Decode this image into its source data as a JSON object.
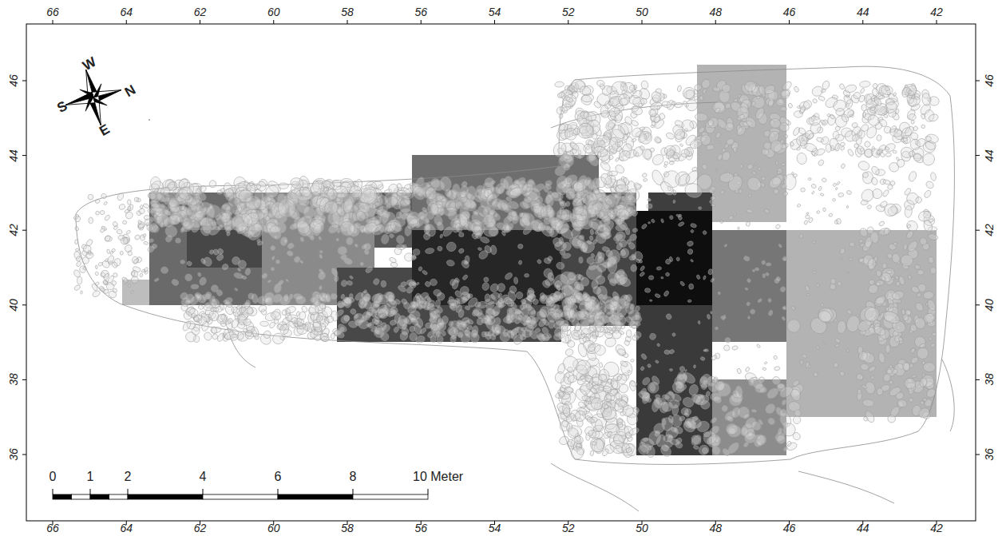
{
  "diagram": {
    "labels": [
      "66",
      "64",
      "62",
      "60",
      "58",
      "56",
      "54",
      "52",
      "50",
      "48",
      "46",
      "44",
      "42",
      "66",
      "64",
      "62",
      "60",
      "58",
      "56",
      "54",
      "52",
      "50",
      "48",
      "46",
      "44",
      "42",
      "46",
      "44",
      "42",
      "40",
      "38",
      "36",
      "46",
      "44",
      "42",
      "40",
      "38",
      "36",
      "W",
      "N",
      "S",
      "E",
      "0",
      "1",
      "2",
      "4",
      "6",
      "8",
      "10 Meter"
    ]
  }
}
